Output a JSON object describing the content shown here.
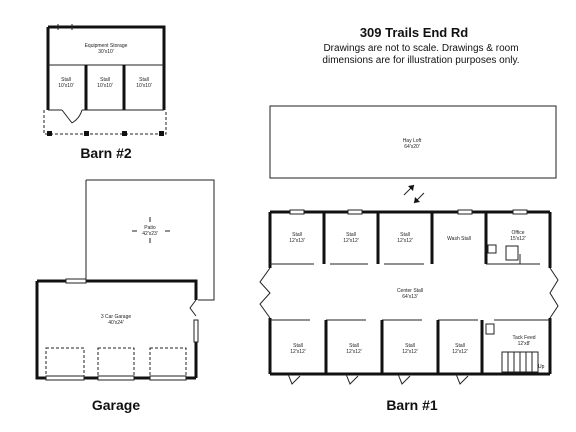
{
  "header": {
    "address": "309 Trails End Rd",
    "disclaimer_line1": "Drawings are not to scale. Drawings & room",
    "disclaimer_line2": "dimensions are for illustration purposes only."
  },
  "barn2": {
    "caption": "Barn #2",
    "equipment_storage": {
      "name": "Equipment Storage",
      "dim": "30'x10'"
    },
    "stalls": [
      {
        "name": "Stall",
        "dim": "10'x10'"
      },
      {
        "name": "Stall",
        "dim": "10'x10'"
      },
      {
        "name": "Stall",
        "dim": "10'x10'"
      }
    ]
  },
  "hay_loft": {
    "name": "Hay Loft",
    "dim": "64'x20'"
  },
  "garage": {
    "caption": "Garage",
    "patio": {
      "name": "Patio",
      "dim": "42'x23'"
    },
    "car_garage": {
      "name": "3 Car Garage",
      "dim": "40'x24'"
    }
  },
  "barn1": {
    "caption": "Barn #1",
    "top_stalls": [
      {
        "name": "Stall",
        "dim": "12'x13'"
      },
      {
        "name": "Stall",
        "dim": "12'x12'"
      },
      {
        "name": "Stall",
        "dim": "12'x12'"
      }
    ],
    "wash_stall": {
      "name": "Wash Stall"
    },
    "office": {
      "name": "Office",
      "dim": "15'x12'"
    },
    "center_stall": {
      "name": "Center Stall",
      "dim": "64'x13'"
    },
    "bottom_stalls": [
      {
        "name": "Stall",
        "dim": "12'x12'"
      },
      {
        "name": "Stall",
        "dim": "12'x12'"
      },
      {
        "name": "Stall",
        "dim": "12'x12'"
      },
      {
        "name": "Stall",
        "dim": "12'x12'"
      }
    ],
    "tack_feed": {
      "name": "Tack Feed",
      "dim": "12'x8'"
    },
    "up_label": "Up"
  }
}
